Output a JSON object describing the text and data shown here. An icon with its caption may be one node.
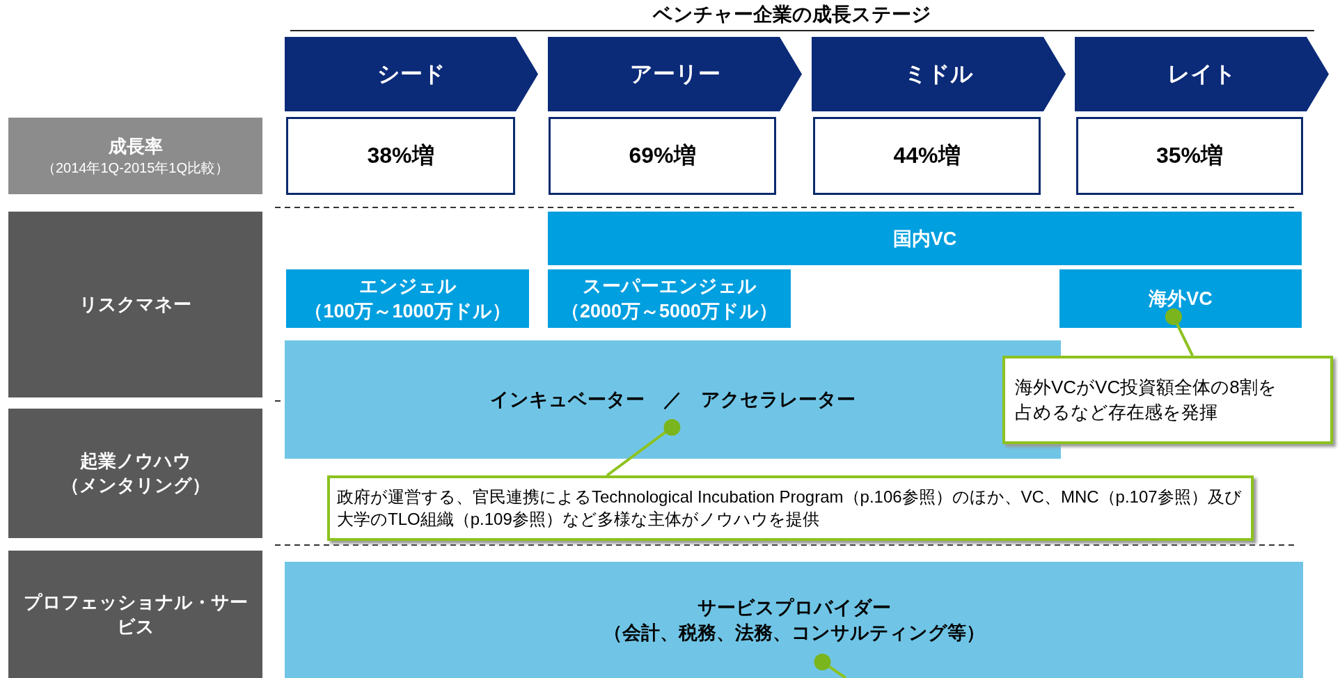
{
  "diagram": {
    "title": "ベンチャー企業の成長ステージ",
    "nodes": [
      {
        "text": [
          "シード"
        ]
      },
      {
        "text": [
          "アーリー"
        ]
      },
      {
        "text": [
          "ミドル"
        ]
      },
      {
        "text": [
          "レイト"
        ]
      },
      {
        "text": [
          "成長率",
          "（2014年1Q-2015年1Q比較）"
        ]
      },
      {
        "text": [
          "38%増"
        ]
      },
      {
        "text": [
          "69%増"
        ]
      },
      {
        "text": [
          "44%増"
        ]
      },
      {
        "text": [
          "35%増"
        ]
      },
      {
        "text": [
          "リスクマネー"
        ]
      },
      {
        "text": [
          "国内VC"
        ]
      },
      {
        "text": [
          "エンジェル",
          "（100万～1000万ドル）"
        ]
      },
      {
        "text": [
          "スーパーエンジェル",
          "（2000万～5000万ドル）"
        ]
      },
      {
        "text": [
          "海外VC"
        ]
      },
      {
        "text": [
          "インキュベーター　／　アクセラレーター"
        ]
      },
      {
        "text": [
          "海外VCがVC投資額全体の8割を占めるなど存在感を発揮"
        ]
      },
      {
        "text": [
          "起業ノウハウ",
          "（メンタリング）"
        ]
      },
      {
        "text": [
          "政府が運営する、官民連携によるTechnological Incubation Program（p.106参照）のほか、VC、MNC（p.107参照）及び大学のTLO組織（p.109参照）など多様な主体がノウハウを提供"
        ]
      },
      {
        "text": [
          "プロフェッショナル・サービス"
        ]
      },
      {
        "text": [
          "サービスプロバイダー",
          "（会計、税務、法務、コンサルティング等）"
        ]
      }
    ],
    "edges": [
      {
        "from": 15,
        "to": 13,
        "arrow": "other"
      },
      {
        "from": 17,
        "to": 14,
        "arrow": "other"
      },
      {
        "from": null,
        "to": 19,
        "arrow": "other"
      }
    ]
  }
}
